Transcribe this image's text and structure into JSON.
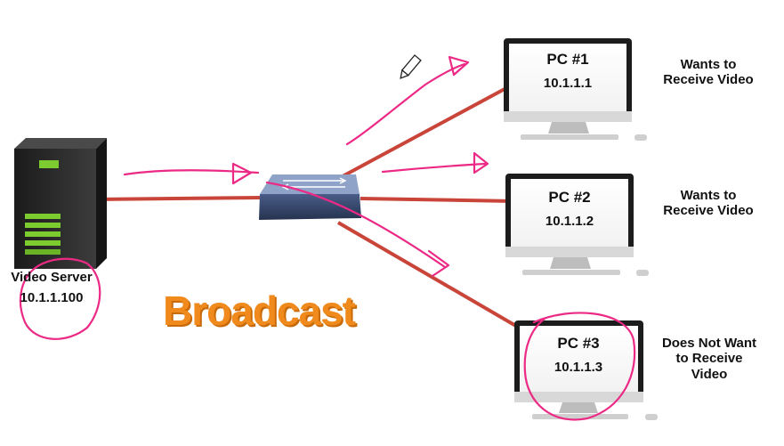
{
  "title": "Broadcast",
  "server": {
    "name": "Video Server",
    "ip": "10.1.1.100"
  },
  "pcs": [
    {
      "name": "PC #1",
      "ip": "10.1.1.1",
      "status": [
        "Wants to",
        "Receive Video"
      ]
    },
    {
      "name": "PC #2",
      "ip": "10.1.1.2",
      "status": [
        "Wants to",
        "Receive Video"
      ]
    },
    {
      "name": "PC #3",
      "ip": "10.1.1.3",
      "status": [
        "Does Not Want",
        "to Receive",
        "Video"
      ]
    }
  ],
  "colors": {
    "link": "#c9453a",
    "annotation": "#ec2a86",
    "title": "#f08a1c",
    "server_body": "#2a2a2a",
    "server_led": "#7ccb2f"
  },
  "icons": [
    "server-icon",
    "switch-icon",
    "monitor-icon",
    "pencil-cursor-icon"
  ]
}
